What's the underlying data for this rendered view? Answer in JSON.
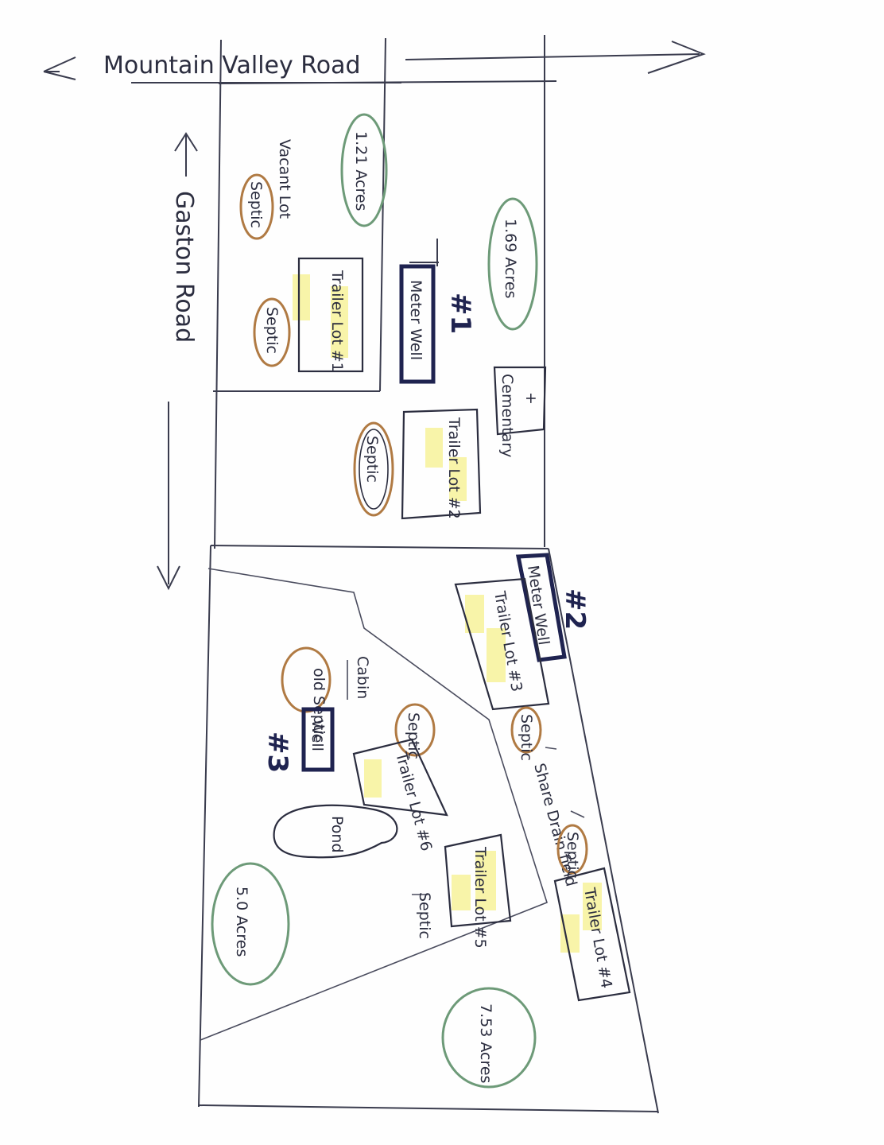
{
  "roads": {
    "top": "Mountain Valley Road",
    "left": "Gaston Road"
  },
  "acreage": {
    "a121": "1.21 Acres",
    "a169": "1.69 Acres",
    "a50": "5.0 Acres",
    "a753": "7.53 Acres"
  },
  "features": {
    "vacant_lot": "Vacant Lot",
    "septic": "Septic",
    "old_septic": "old Septic",
    "cabin": "Cabin",
    "pond": "Pond",
    "cemetery": "Cementary",
    "cemetery_cross": "+",
    "shared_drain": "Share Drain field",
    "meter_well": "Meter Well",
    "well": "Well"
  },
  "lots": {
    "t1": "Trailer Lot #1",
    "t2": "Trailer Lot #2",
    "t3": "Trailer Lot #3",
    "t4": "Trailer Lot #4",
    "t5": "Trailer Lot #5",
    "t6": "Trailer Lot #6"
  },
  "wells": {
    "w1": "#1",
    "w2": "#2",
    "w3": "#3"
  },
  "colors": {
    "ink": "#2b2d3f",
    "well_ink": "#1f2350",
    "septic": "#b07a43",
    "acreage": "#6d9a78",
    "highlight": "#f7f3a0"
  }
}
